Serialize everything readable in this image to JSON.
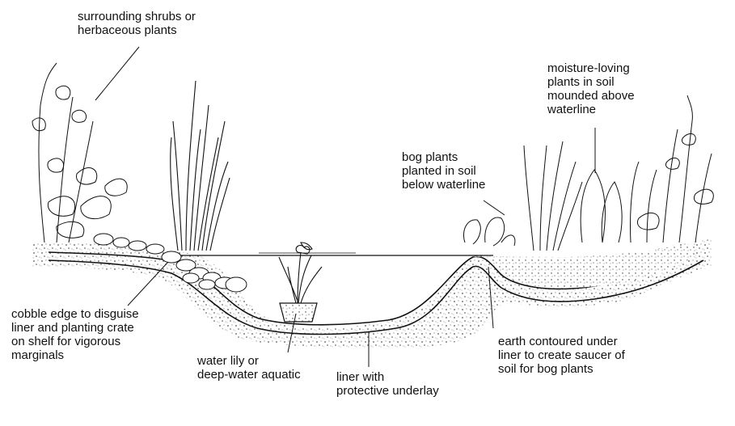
{
  "labels": {
    "shrubs": [
      "surrounding shrubs or",
      "herbaceous plants"
    ],
    "moisture": [
      "moisture-loving",
      "plants in soil",
      "mounded above",
      "waterline"
    ],
    "bog": [
      "bog plants",
      "planted in soil",
      "below waterline"
    ],
    "cobble": [
      "cobble edge to disguise",
      "liner and planting crate",
      "on shelf for vigorous",
      "marginals"
    ],
    "lily": [
      "water lily or",
      "deep-water aquatic"
    ],
    "liner": [
      "liner with",
      "protective underlay"
    ],
    "earth": [
      "earth contoured under",
      "liner to create saucer of",
      "soil for bog plants"
    ]
  },
  "colors": {
    "ink": "#111111",
    "water": "#ffffff",
    "soil": "#6a6a6a"
  }
}
